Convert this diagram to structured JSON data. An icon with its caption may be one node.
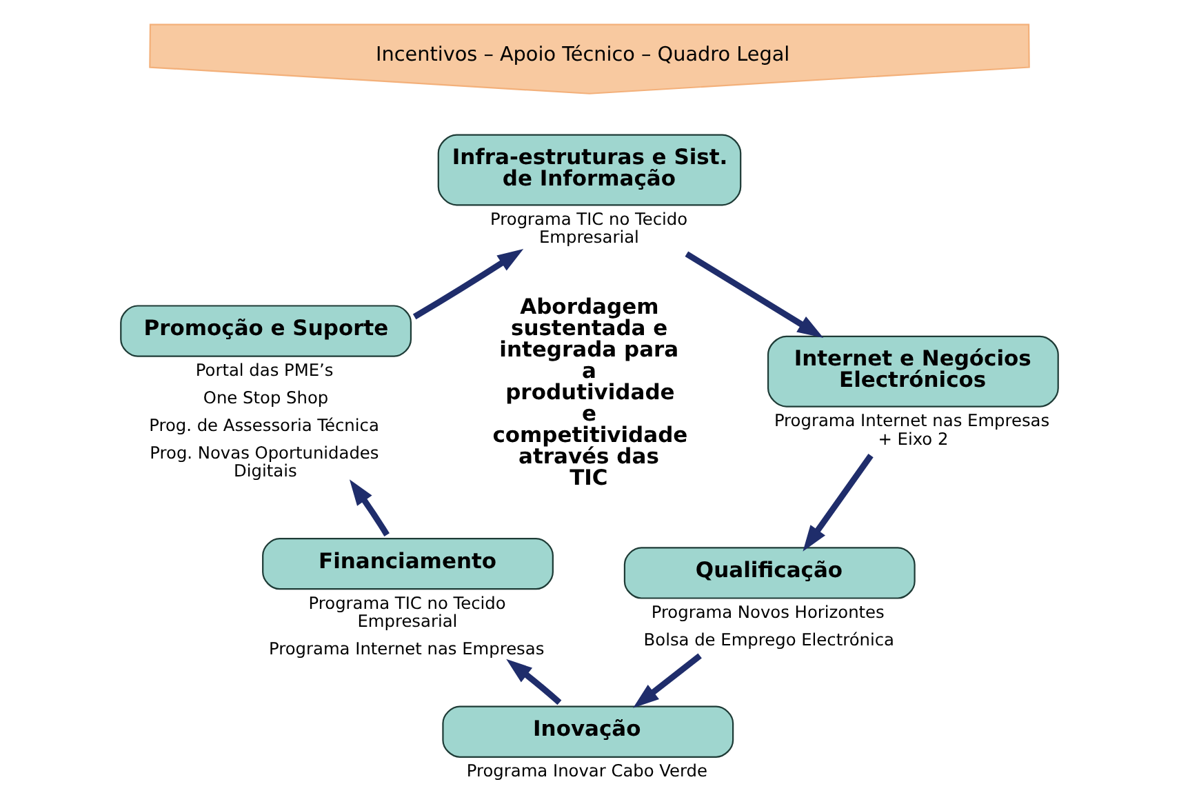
{
  "diagram": {
    "nodes": [
      {
        "text": [
          "Incentivos – Apoio Técnico – Quadro Legal"
        ]
      },
      {
        "text": [
          "Infra-estruturas e Sist. de Informação"
        ],
        "beside": [
          "Programa TIC no Tecido Empresarial"
        ]
      },
      {
        "text": [
          "Internet e Negócios Electrónicos"
        ],
        "beside": [
          "Programa Internet nas Empresas + Eixo 2"
        ]
      },
      {
        "text": [
          "Qualificação"
        ],
        "beside": [
          "Programa Novos Horizontes",
          "Bolsa de Emprego Electrónica"
        ]
      },
      {
        "text": [
          "Inovação"
        ],
        "beside": [
          "Programa Inovar Cabo Verde"
        ]
      },
      {
        "text": [
          "Financiamento"
        ],
        "beside": [
          "Programa TIC no Tecido Empresarial",
          "Programa Internet nas Empresas"
        ]
      },
      {
        "text": [
          "Promoção e Suporte"
        ],
        "beside": [
          "Portal das PME’s",
          "One Stop Shop",
          "Prog. de Assessoria Técnica",
          "Prog. Novas Oportunidades Digitais"
        ]
      }
    ],
    "edges": [
      {
        "from": 1,
        "to": 2,
        "arrow": "to"
      },
      {
        "from": 2,
        "to": 3,
        "arrow": "to"
      },
      {
        "from": 3,
        "to": 4,
        "arrow": "to"
      },
      {
        "from": 4,
        "to": 5,
        "arrow": "to"
      },
      {
        "from": 5,
        "to": 6,
        "arrow": "to"
      },
      {
        "from": 6,
        "to": 1,
        "arrow": "to"
      }
    ],
    "labels": [
      "Abordagem sustentada e integrada para a produtividade e competitividade através das TIC"
    ]
  }
}
